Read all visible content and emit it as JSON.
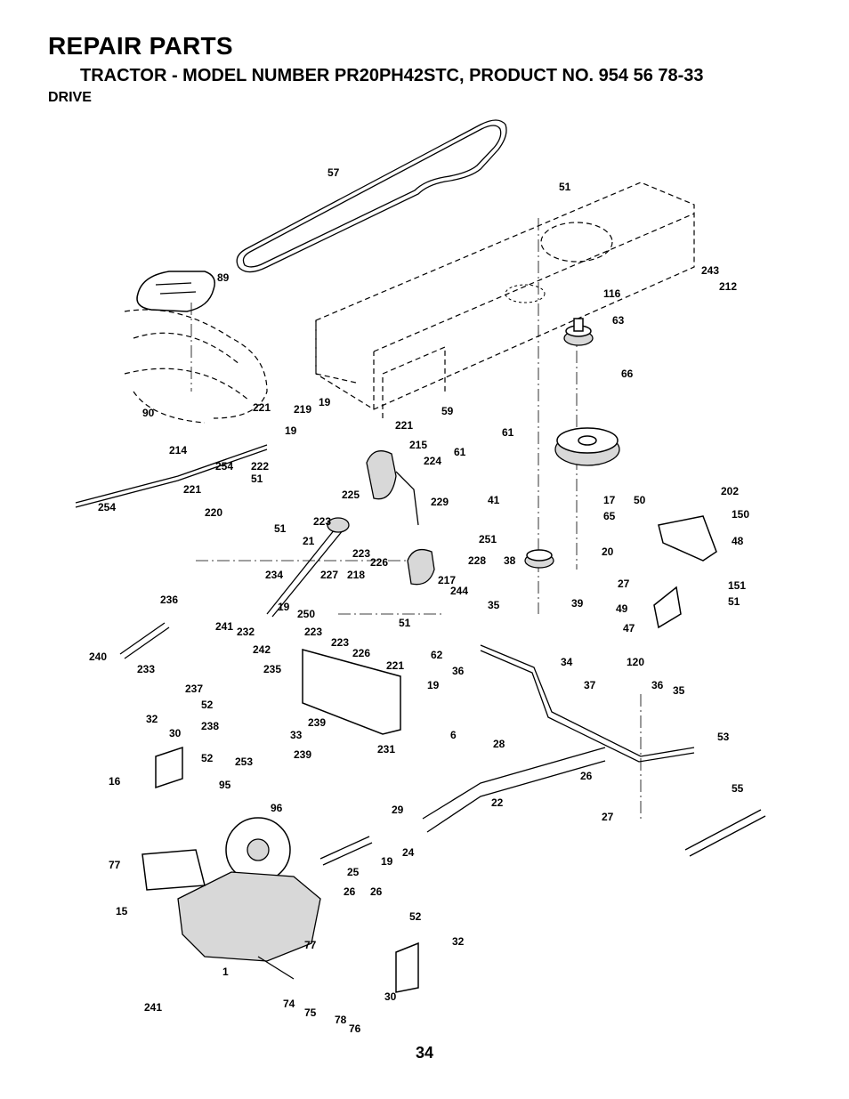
{
  "header": {
    "title": "REPAIR PARTS",
    "subtitle": "TRACTOR - MODEL NUMBER PR20PH42STC, PRODUCT NO. 954 56 78-33",
    "section": "DRIVE"
  },
  "page_number": "34",
  "callouts": [
    "57",
    "51",
    "89",
    "243",
    "116",
    "212",
    "63",
    "66",
    "90",
    "59",
    "61",
    "61",
    "221",
    "219",
    "19",
    "19",
    "221",
    "214",
    "215",
    "224",
    "254",
    "222",
    "51",
    "221",
    "220",
    "225",
    "229",
    "41",
    "17",
    "50",
    "202",
    "254",
    "51",
    "223",
    "251",
    "228",
    "65",
    "150",
    "48",
    "21",
    "223",
    "226",
    "20",
    "38",
    "234",
    "227",
    "218",
    "217",
    "244",
    "27",
    "151",
    "51",
    "236",
    "19",
    "250",
    "51",
    "35",
    "39",
    "49",
    "47",
    "240",
    "241",
    "232",
    "223",
    "223",
    "226",
    "62",
    "36",
    "242",
    "120",
    "233",
    "235",
    "221",
    "34",
    "237",
    "19",
    "37",
    "36",
    "35",
    "52",
    "238",
    "239",
    "32",
    "33",
    "30",
    "52",
    "239",
    "6",
    "231",
    "28",
    "53",
    "253",
    "16",
    "95",
    "96",
    "26",
    "55",
    "22",
    "29",
    "27",
    "77",
    "25",
    "19",
    "24",
    "15",
    "26",
    "26",
    "77",
    "52",
    "32",
    "1",
    "74",
    "75",
    "78",
    "76",
    "30",
    "241"
  ]
}
